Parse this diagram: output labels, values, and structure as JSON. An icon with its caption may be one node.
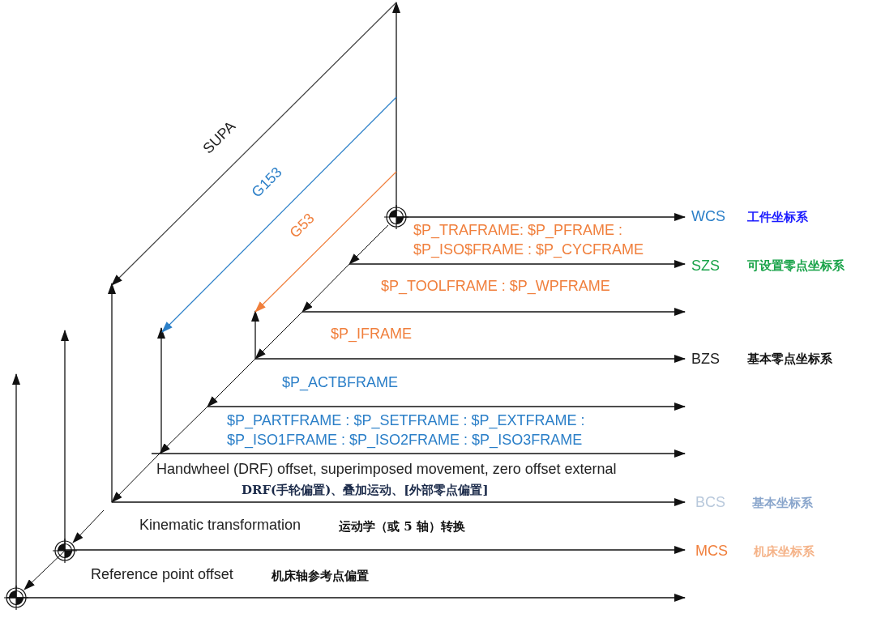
{
  "diagram": {
    "labels": [
      "SUPA",
      "G153",
      "G53",
      "WCS",
      "工件坐标系",
      "$P_TRAFRAME: $P_PFRAME : $P_ISO$FRAME : $P_CYCFRAME",
      "SZS",
      "可设置零点坐标系",
      "$P_TOOLFRAME : $P_WPFRAME",
      "$P_IFRAME",
      "BZS",
      "基本零点坐标系",
      "$P_ACTBFRAME",
      "$P_PARTFRAME : $P_SETFRAME : $P_EXTFRAME : $P_ISO1FRAME : $P_ISO2FRAME : $P_ISO3FRAME",
      "Handwheel (DRF) offset, superimposed movement, zero offset external",
      "DRF(手轮偏置)、叠加运动、[外部零点偏置]",
      "BCS",
      "基本坐标系",
      "Kinematic transformation",
      "运动学（或 5 轴）转换",
      "MCS",
      "机床坐标系",
      "Reference point offset",
      "机床轴参考点偏置"
    ]
  }
}
